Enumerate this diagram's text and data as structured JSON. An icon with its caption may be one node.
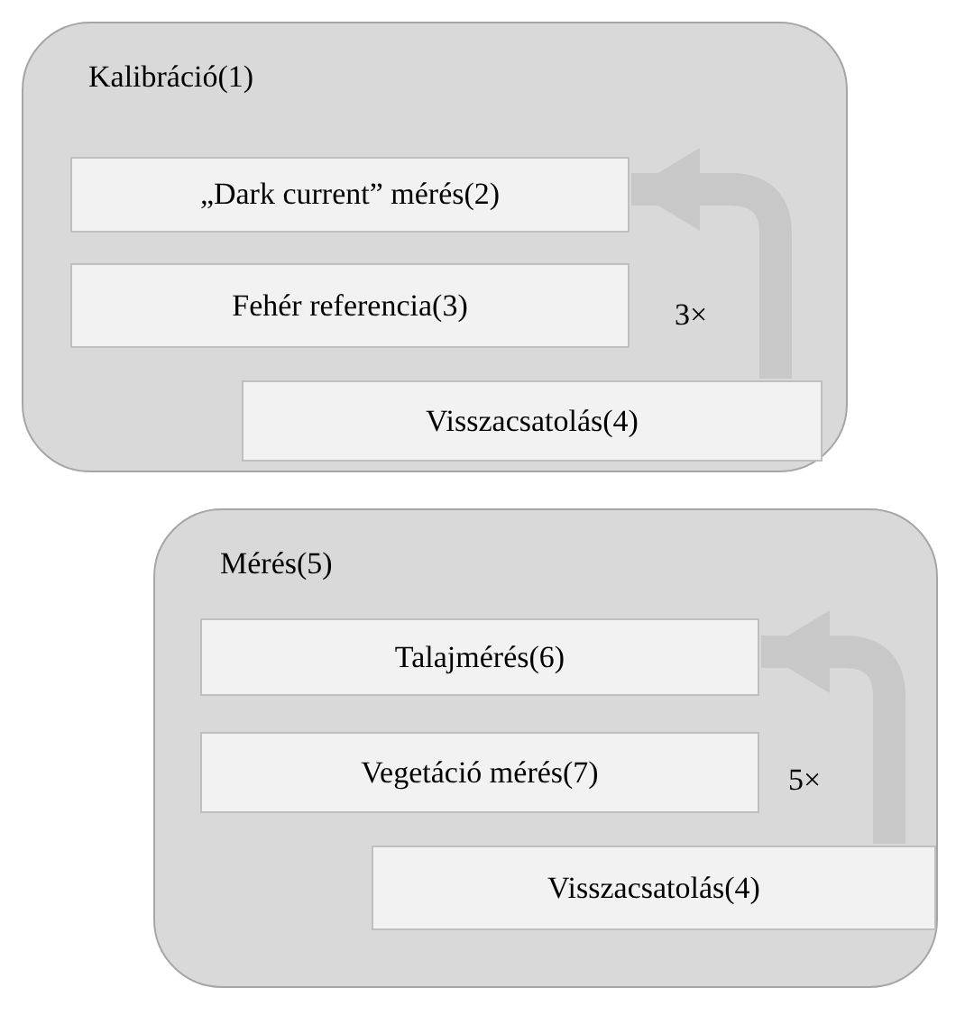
{
  "diagram": {
    "nodes": [
      {
        "text": [
          "Kalibráció(1)"
        ]
      },
      {
        "text": [
          "„Dark current” mérés(2)"
        ],
        "in": 0
      },
      {
        "text": [
          "Fehér referencia(3)"
        ],
        "in": 0
      },
      {
        "text": [
          "Visszacsatolás(4)"
        ],
        "in": 0
      },
      {
        "text": [
          "Mérés(5)"
        ]
      },
      {
        "text": [
          "Talajmérés(6)"
        ],
        "in": 4
      },
      {
        "text": [
          "Vegetáció mérés(7)"
        ],
        "in": 4
      },
      {
        "text": [
          "Visszacsatolás(4)"
        ],
        "in": 4
      }
    ],
    "edges": [
      {
        "from": 3,
        "to": 1,
        "arrow": "to",
        "label": "3×"
      },
      {
        "from": 7,
        "to": 5,
        "arrow": "to",
        "label": "5×"
      }
    ]
  }
}
